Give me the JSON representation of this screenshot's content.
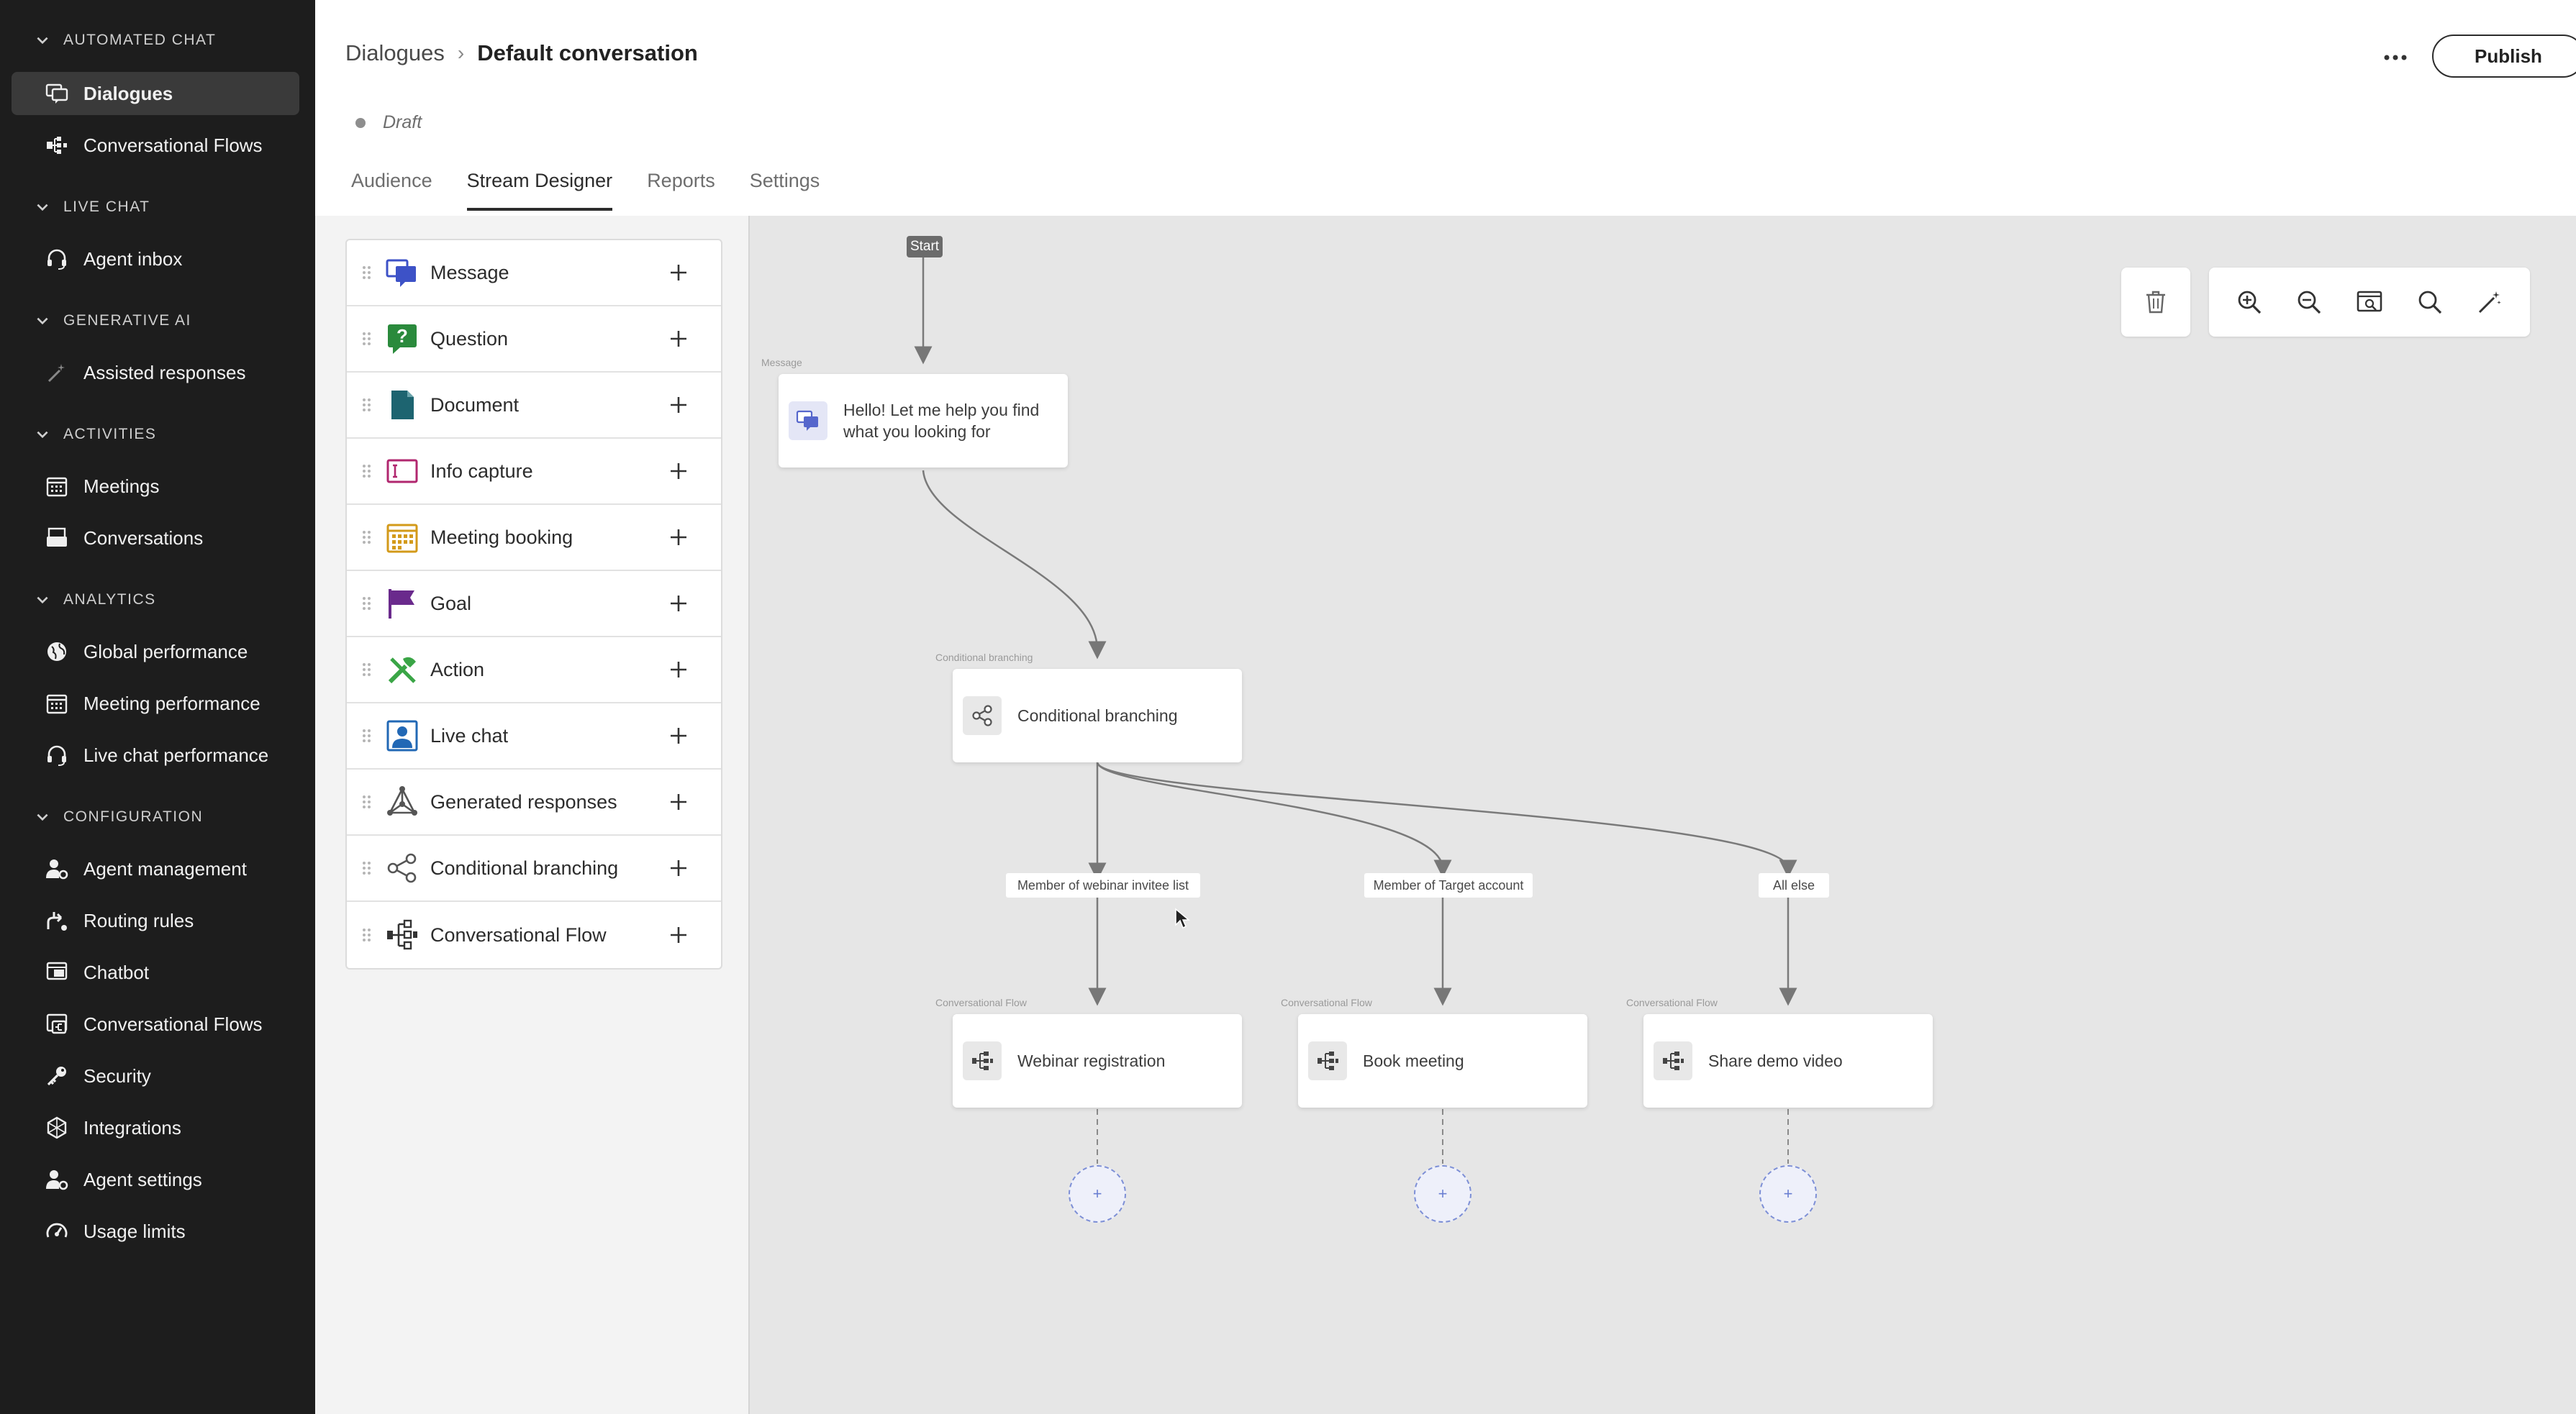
{
  "sidebar": {
    "sections": [
      {
        "title": "AUTOMATED CHAT",
        "items": [
          {
            "label": "Dialogues",
            "icon": "dialogues-icon",
            "active": true
          },
          {
            "label": "Conversational Flows",
            "icon": "flows-icon"
          }
        ]
      },
      {
        "title": "LIVE CHAT",
        "items": [
          {
            "label": "Agent inbox",
            "icon": "headset-icon"
          }
        ]
      },
      {
        "title": "GENERATIVE AI",
        "items": [
          {
            "label": "Assisted responses",
            "icon": "magic-wand-icon"
          }
        ]
      },
      {
        "title": "ACTIVITIES",
        "items": [
          {
            "label": "Meetings",
            "icon": "calendar-icon"
          },
          {
            "label": "Conversations",
            "icon": "inbox-icon"
          }
        ]
      },
      {
        "title": "ANALYTICS",
        "items": [
          {
            "label": "Global performance",
            "icon": "globe-icon"
          },
          {
            "label": "Meeting performance",
            "icon": "calendar-icon"
          },
          {
            "label": "Live chat performance",
            "icon": "headset-icon"
          }
        ]
      },
      {
        "title": "CONFIGURATION",
        "items": [
          {
            "label": "Agent management",
            "icon": "user-gear-icon"
          },
          {
            "label": "Routing rules",
            "icon": "routing-icon"
          },
          {
            "label": "Chatbot",
            "icon": "chatbot-icon"
          },
          {
            "label": "Conversational Flows",
            "icon": "flows-icon"
          },
          {
            "label": "Security",
            "icon": "key-icon"
          },
          {
            "label": "Integrations",
            "icon": "integrations-icon"
          },
          {
            "label": "Agent settings",
            "icon": "user-gear-icon"
          },
          {
            "label": "Usage limits",
            "icon": "gauge-icon"
          }
        ]
      }
    ]
  },
  "header": {
    "breadcrumb_parent": "Dialogues",
    "breadcrumb_current": "Default conversation",
    "status": "Draft",
    "publish_label": "Publish",
    "tabs": [
      {
        "label": "Audience"
      },
      {
        "label": "Stream Designer",
        "active": true
      },
      {
        "label": "Reports"
      },
      {
        "label": "Settings"
      }
    ]
  },
  "palette": {
    "items": [
      {
        "label": "Message",
        "icon": "message-icon",
        "color": "#3d52c7"
      },
      {
        "label": "Question",
        "icon": "question-icon",
        "color": "#2a8a3c"
      },
      {
        "label": "Document",
        "icon": "document-icon",
        "color": "#1d6470"
      },
      {
        "label": "Info capture",
        "icon": "info-capture-icon",
        "color": "#b1276f"
      },
      {
        "label": "Meeting booking",
        "icon": "calendar-icon",
        "color": "#d39a1a"
      },
      {
        "label": "Goal",
        "icon": "flag-icon",
        "color": "#6a2a8c"
      },
      {
        "label": "Action",
        "icon": "tools-icon",
        "color": "#3aa546"
      },
      {
        "label": "Live chat",
        "icon": "agent-icon",
        "color": "#2268b5"
      },
      {
        "label": "Generated responses",
        "icon": "network-icon",
        "color": "#555555"
      },
      {
        "label": "Conditional branching",
        "icon": "share-icon",
        "color": "#555555"
      },
      {
        "label": "Conversational Flow",
        "icon": "flow-icon",
        "color": "#333333"
      }
    ]
  },
  "canvas": {
    "start_label": "Start",
    "message_node": {
      "caption": "Message",
      "text_line1": "Hello! Let me help you find",
      "text_line2": "what you looking for"
    },
    "branch_node": {
      "caption": "Conditional branching",
      "text": "Conditional branching"
    },
    "branch_labels": [
      "Member of webinar invitee list",
      "Member of Target account",
      "All else"
    ],
    "flow_nodes": [
      {
        "caption": "Conversational Flow",
        "text": "Webinar registration"
      },
      {
        "caption": "Conversational Flow",
        "text": "Book meeting"
      },
      {
        "caption": "Conversational Flow",
        "text": "Share demo video"
      }
    ],
    "add_symbol": "+"
  }
}
